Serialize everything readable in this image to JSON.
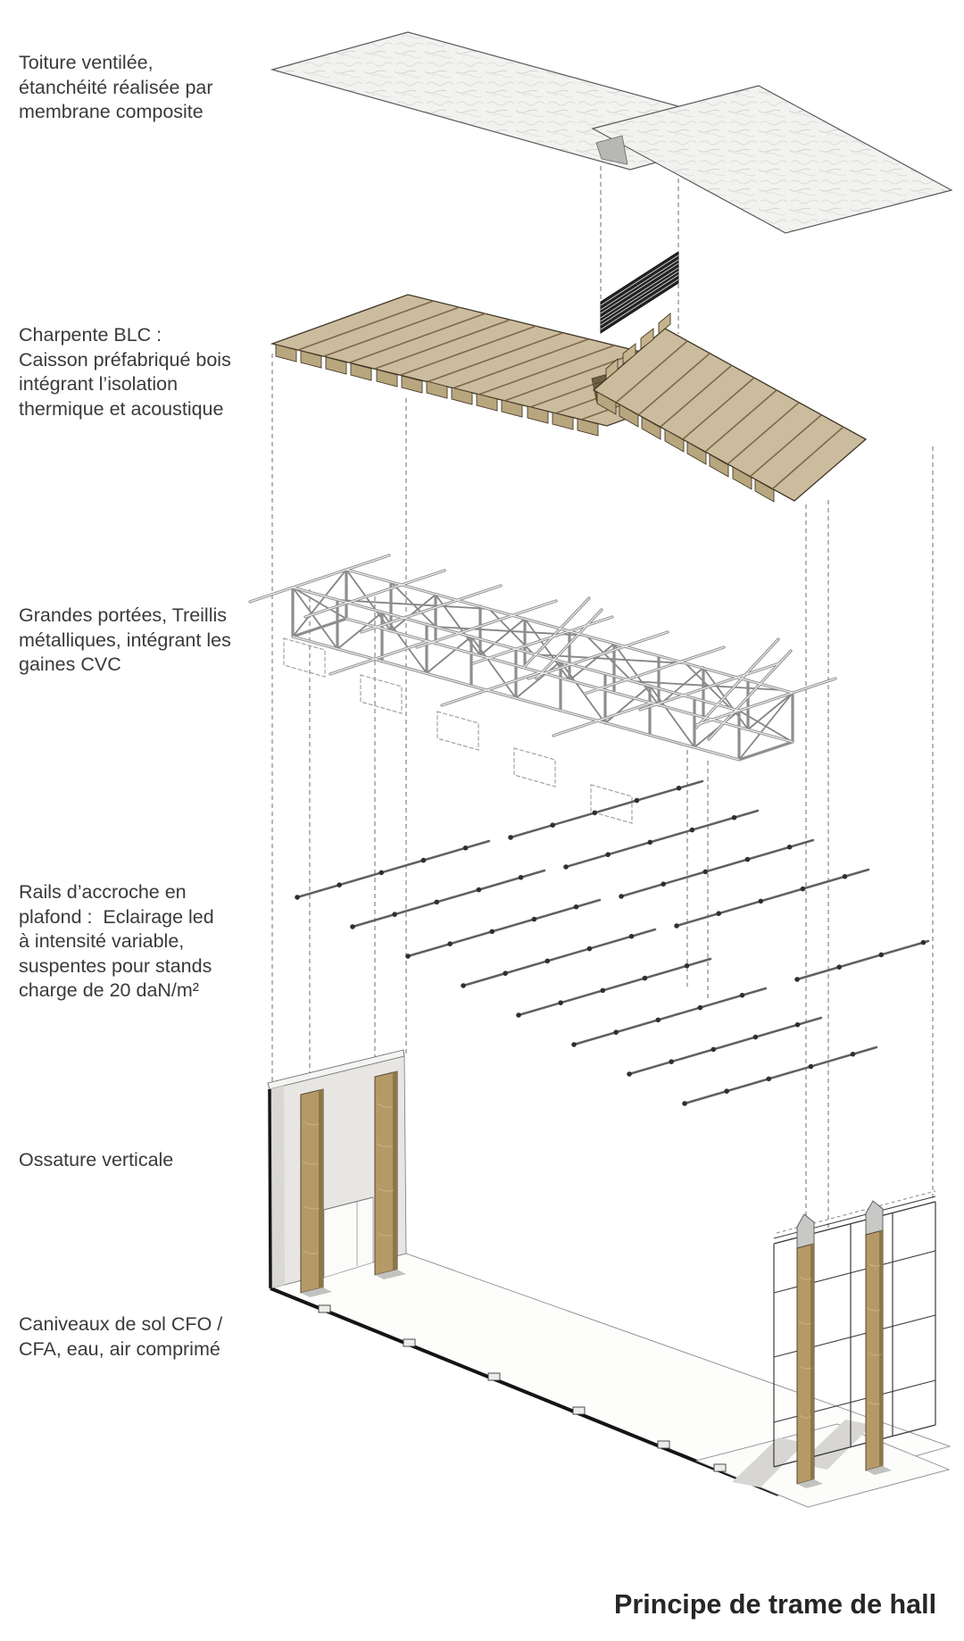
{
  "title": "Principe de trame de hall",
  "labels": [
    {
      "id": "toiture",
      "lines": [
        "Toiture ventilée,",
        "étanchéité réalisée par",
        "membrane composite"
      ]
    },
    {
      "id": "charpente",
      "lines": [
        "Charpente BLC :",
        "Caisson préfabriqué bois",
        "intégrant l’isolation",
        "thermique et acoustique"
      ]
    },
    {
      "id": "treillis",
      "lines": [
        "Grandes portées, Treillis",
        "métalliques, intégrant les",
        "gaines CVC"
      ]
    },
    {
      "id": "rails",
      "lines": [
        "Rails d’accroche en",
        "plafond :  Eclairage led",
        "à intensité variable,",
        "suspentes pour stands",
        "charge de 20 daN/m²"
      ]
    },
    {
      "id": "ossature",
      "lines": [
        "Ossature verticale"
      ]
    },
    {
      "id": "caniveaux",
      "lines": [
        "Caniveaux de sol CFO /",
        "CFA, eau, air comprimé"
      ]
    }
  ],
  "figure": {
    "type": "exploded-axonometric-diagram",
    "layers": [
      "toiture-membrane-composite",
      "grille-ventilation",
      "charpente-caissons-bois",
      "treillis-metallique-cvc",
      "rails-eclairage-plafond",
      "ossature-verticale",
      "dalle-et-caniveaux-de-sol"
    ]
  },
  "palette": {
    "background": "#ffffff",
    "text": "#3a3a3a",
    "title_text": "#262626",
    "membrane_fill": "#f1f1ef",
    "membrane_outline": "#5a5a5a",
    "grille": "#242424",
    "wood_fill": "#cbbc9d",
    "wood_rib": "#7c6a4a",
    "wood_outline": "#3f3626",
    "steel_member": "#8e8e8e",
    "dash_line": "#8f8f8f",
    "wall_fill": "#e7e6e3",
    "column_wood": "#b59a68",
    "floor_edge": "#141414"
  }
}
